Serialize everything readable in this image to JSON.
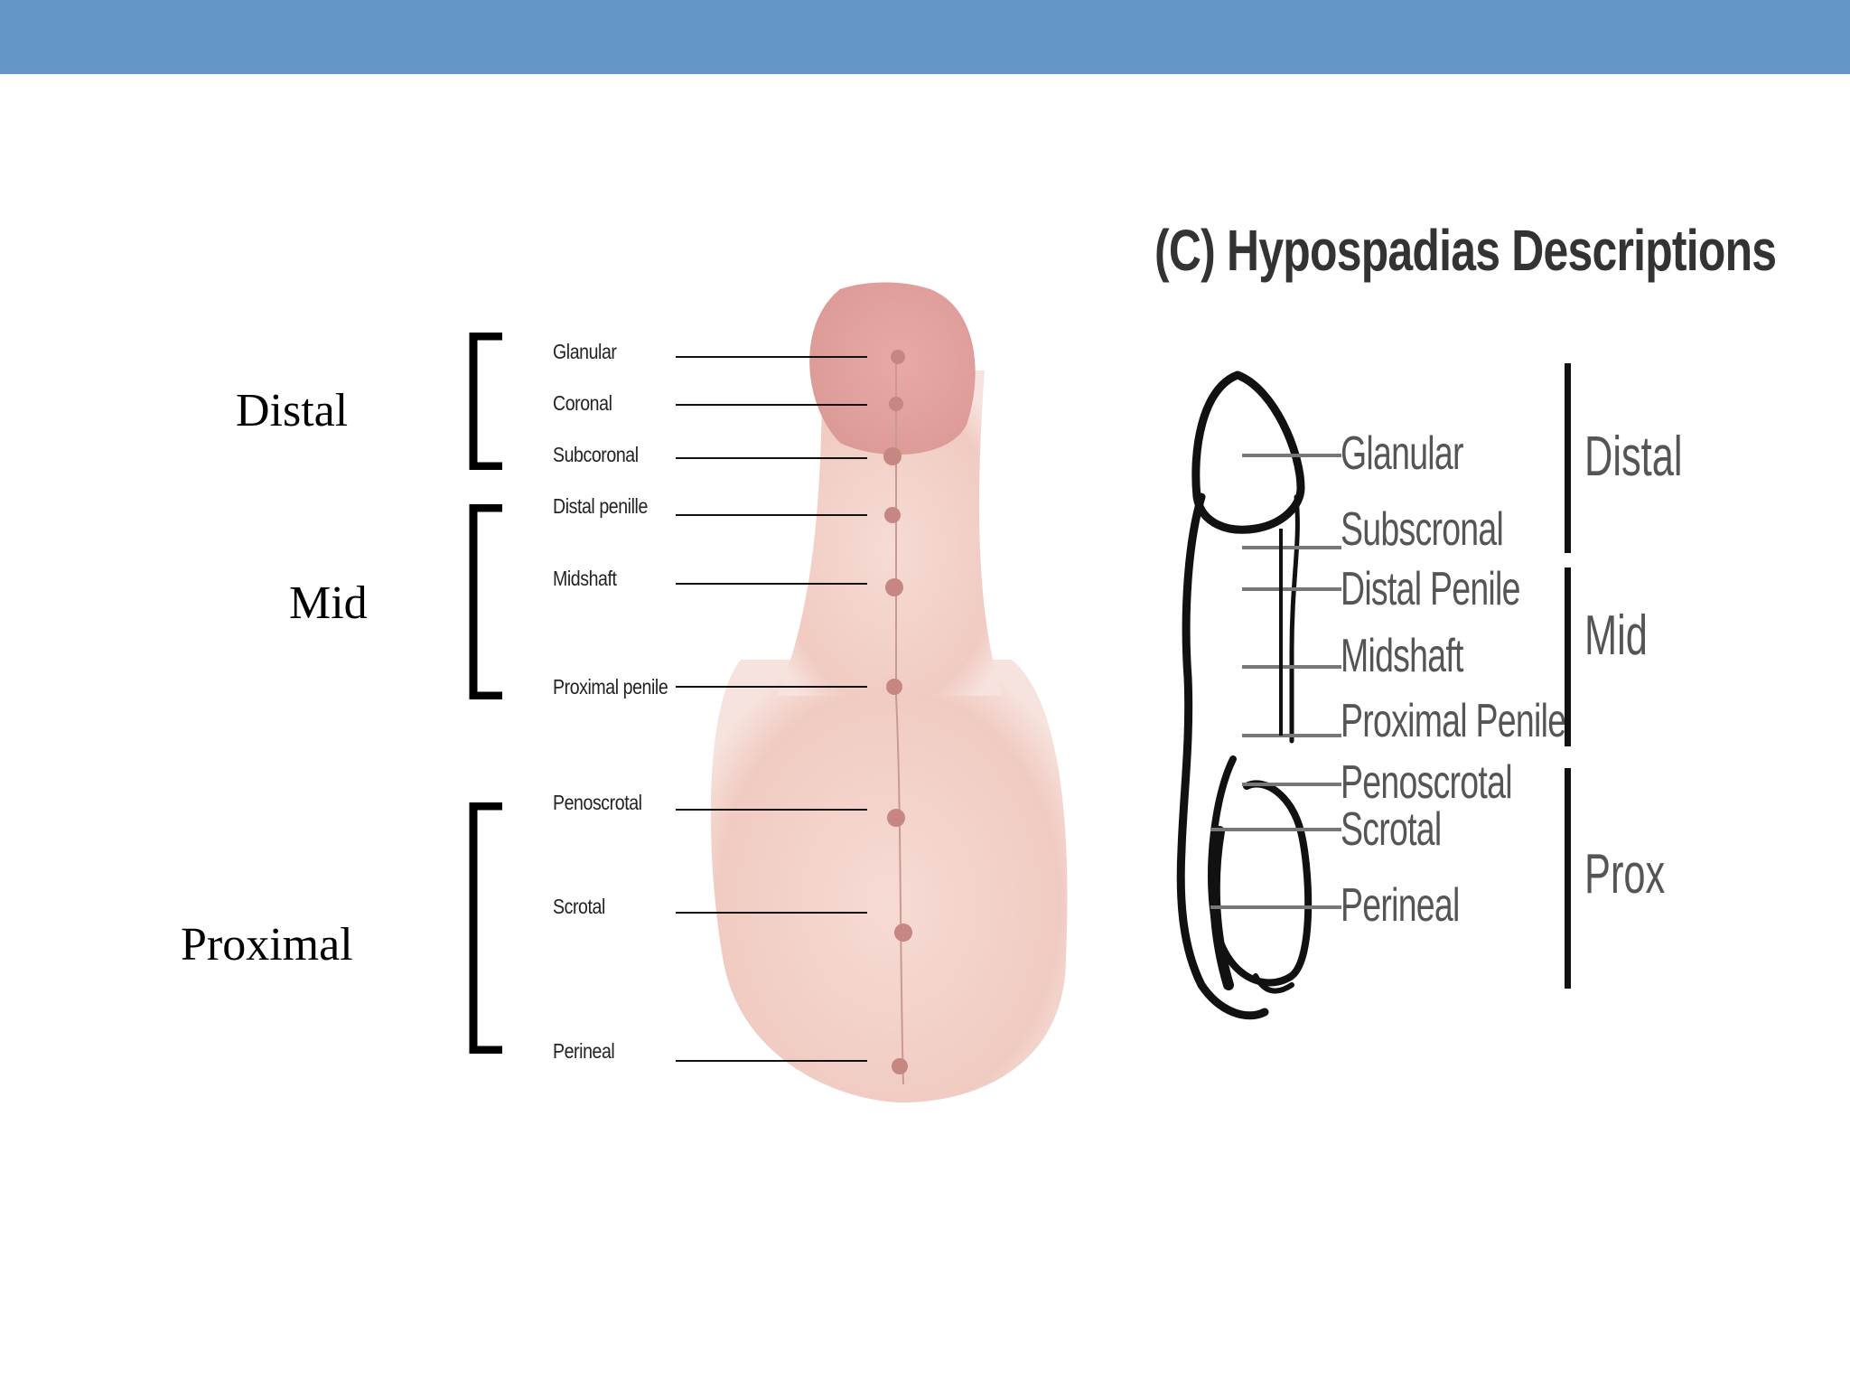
{
  "left_groups": {
    "distal": "Distal",
    "mid": "Mid",
    "proximal": "Proximal"
  },
  "left_sites": [
    {
      "id": "glanular",
      "label": "Glanular"
    },
    {
      "id": "coronal",
      "label": "Coronal"
    },
    {
      "id": "subcoronal",
      "label": "Subcoronal"
    },
    {
      "id": "distal-penille",
      "label": "Distal penille"
    },
    {
      "id": "midshaft",
      "label": "Midshaft"
    },
    {
      "id": "proximal-penile",
      "label": "Proximal penile"
    },
    {
      "id": "penoscrotal",
      "label": "Penoscrotal"
    },
    {
      "id": "scrotal",
      "label": "Scrotal"
    },
    {
      "id": "perineal",
      "label": "Perineal"
    }
  ],
  "right_diagram": {
    "title": "(C) Hypospadias Descriptions",
    "sites": [
      {
        "id": "glanular",
        "label": "Glanular"
      },
      {
        "id": "subscronal",
        "label": "Subscronal"
      },
      {
        "id": "distal-penile",
        "label": "Distal Penile"
      },
      {
        "id": "midshaft",
        "label": "Midshaft"
      },
      {
        "id": "proximal-penile",
        "label": "Proximal Penile"
      },
      {
        "id": "penoscrotal",
        "label": "Penoscrotal"
      },
      {
        "id": "scrotal",
        "label": "Scrotal"
      },
      {
        "id": "perineal",
        "label": "Perineal"
      }
    ],
    "groups": {
      "distal": "Distal",
      "mid": "Mid",
      "prox": "Prox"
    }
  },
  "colors": {
    "header_bar": "#6497c8",
    "skin": "#f3d2cb",
    "glans": "#e9aaa6"
  }
}
